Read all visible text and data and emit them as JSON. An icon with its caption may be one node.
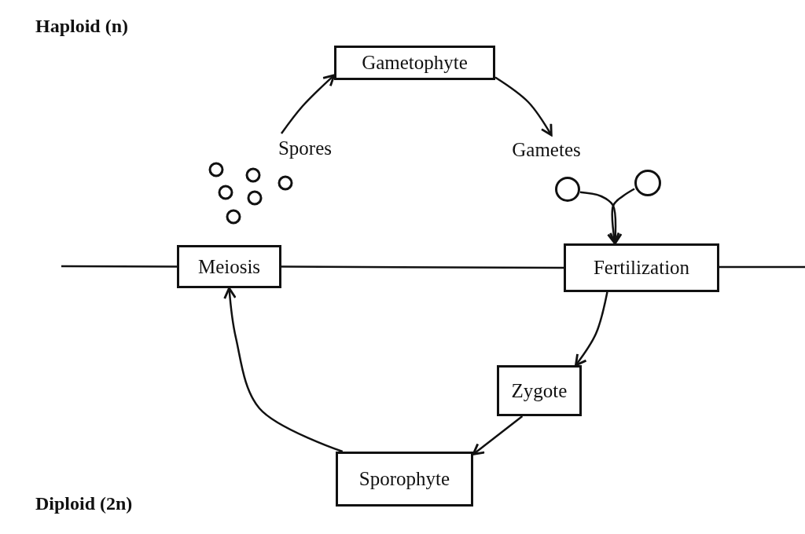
{
  "diagram": {
    "nodes": [
      {
        "text": [
          "Gametophyte"
        ]
      },
      {
        "text": [
          "Spores"
        ]
      },
      {
        "text": [
          "Gametes"
        ]
      },
      {
        "text": [],
        "shape": "circle"
      },
      {
        "text": [],
        "shape": "circle"
      },
      {
        "text": [
          "Meiosis"
        ]
      },
      {
        "text": [
          "Fertilization"
        ]
      },
      {
        "text": [
          "Zygote"
        ]
      },
      {
        "text": [
          "Sporophyte"
        ]
      }
    ],
    "edges": [
      {
        "from": 1,
        "to": 0,
        "arrow": "to"
      },
      {
        "from": 0,
        "to": 2,
        "arrow": "to"
      },
      {
        "from": 3,
        "to": 6,
        "arrow": "to"
      },
      {
        "from": 4,
        "to": 6,
        "arrow": "to"
      },
      {
        "from": 6,
        "to": 7,
        "arrow": "to"
      },
      {
        "from": 7,
        "to": 8,
        "arrow": "to"
      },
      {
        "from": 8,
        "to": 5,
        "arrow": "to"
      },
      {
        "from": null,
        "to": 5,
        "arrow": "none"
      },
      {
        "from": 5,
        "to": 6,
        "arrow": "none"
      },
      {
        "from": 6,
        "to": null,
        "arrow": "none"
      }
    ],
    "labels": [
      "Haploid (n)",
      "Diploid (2n)"
    ]
  }
}
